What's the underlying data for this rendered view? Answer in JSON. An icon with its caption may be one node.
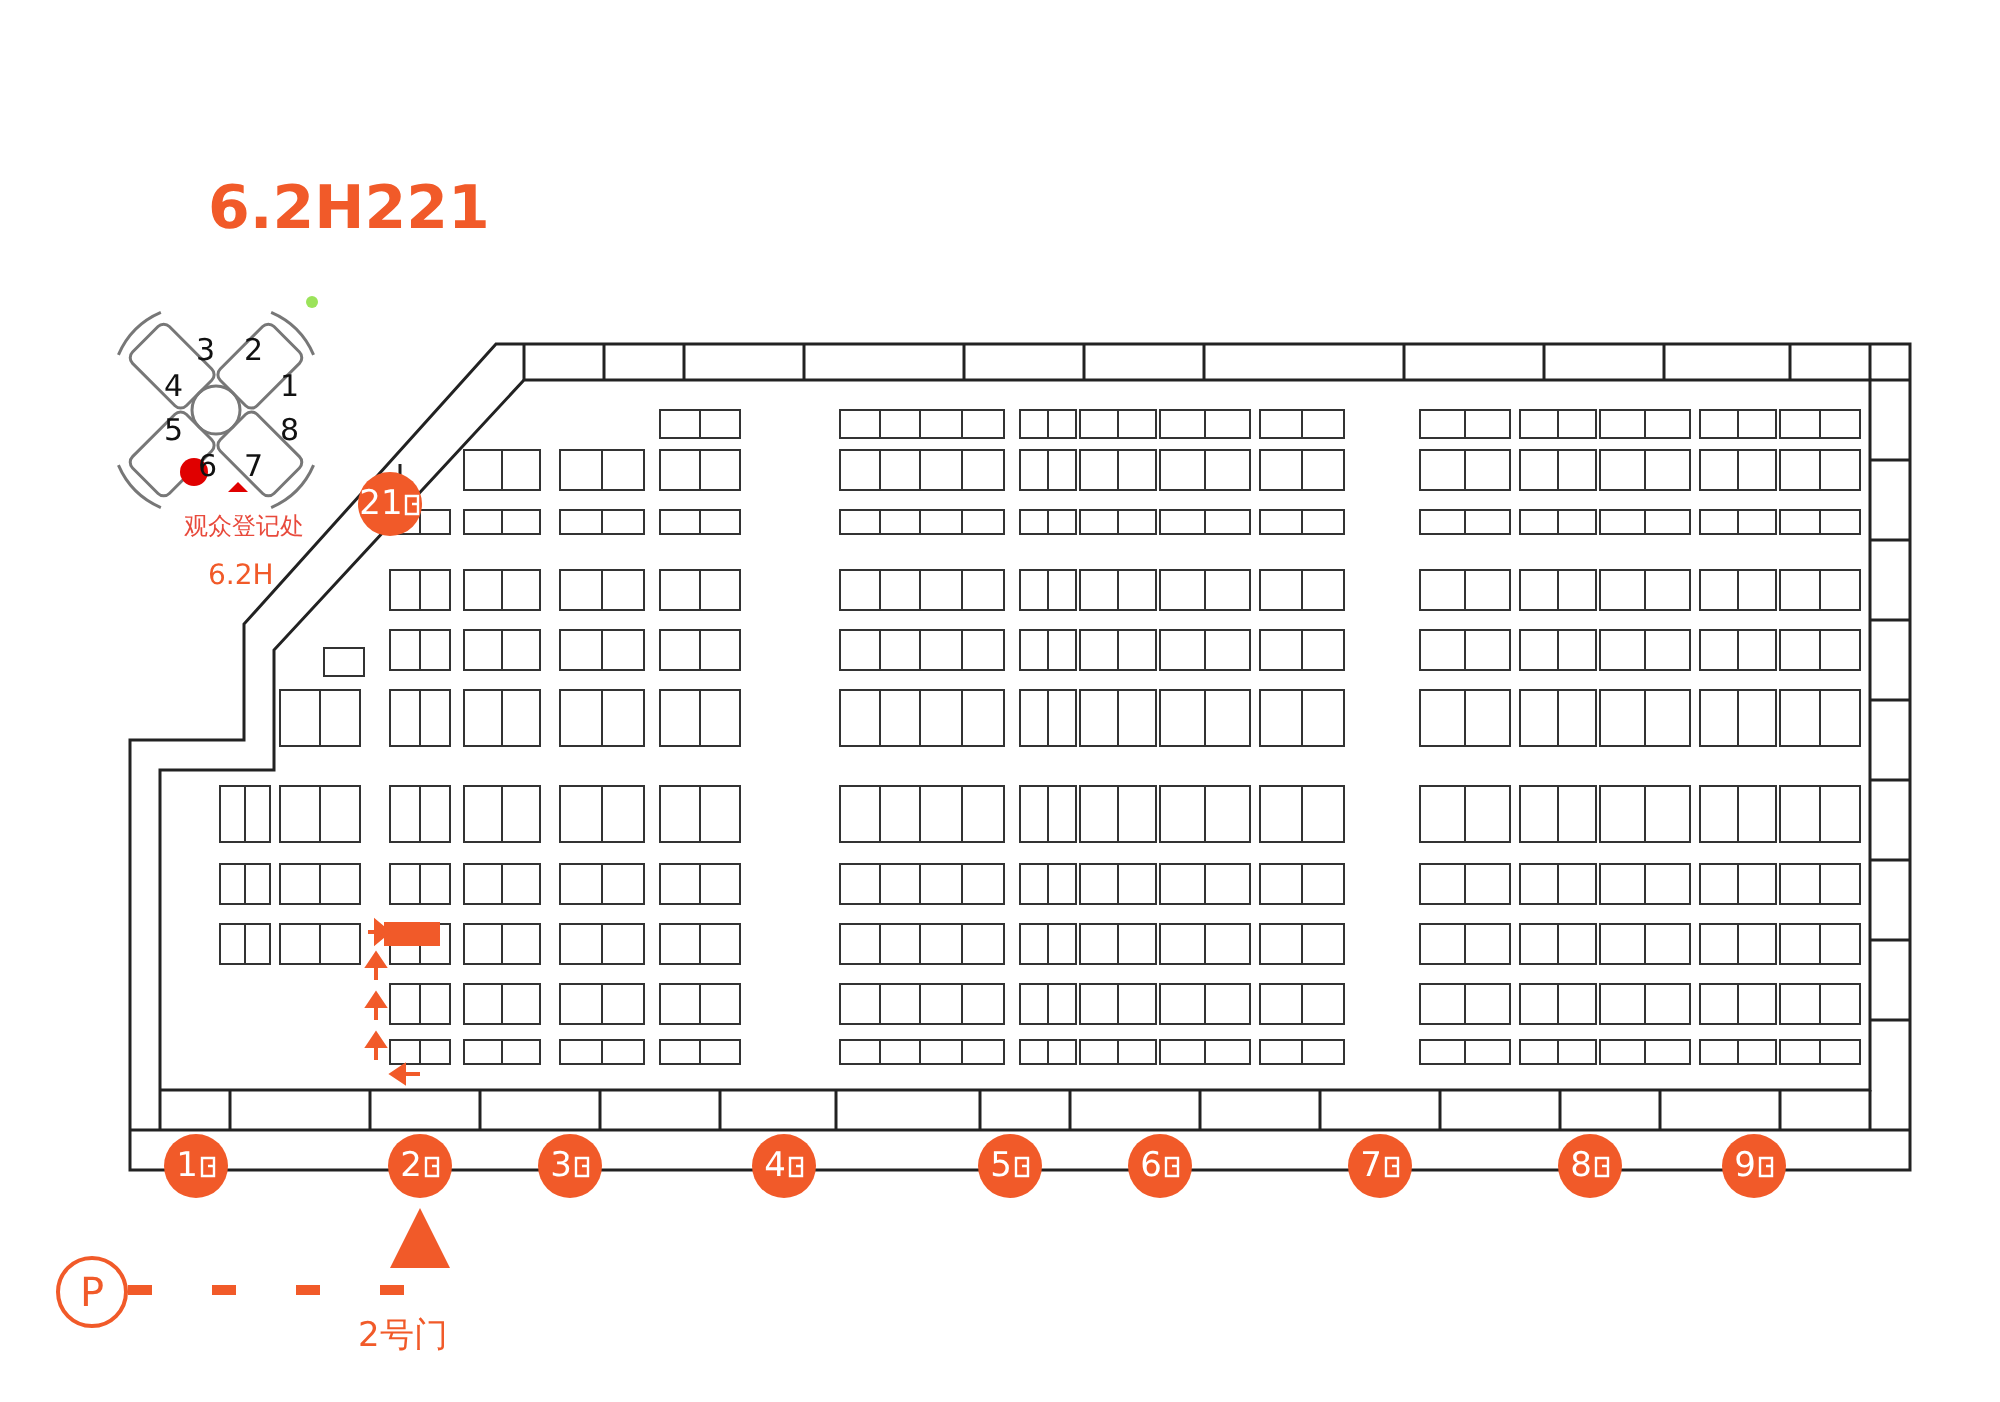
{
  "diagram": {
    "title": "6.2H221",
    "nodes": [
      {
        "text": [
          "21"
        ]
      },
      {
        "text": [
          "1"
        ]
      },
      {
        "text": [
          "2"
        ]
      },
      {
        "text": [
          "3"
        ]
      },
      {
        "text": [
          "4"
        ]
      },
      {
        "text": [
          "5"
        ]
      },
      {
        "text": [
          "6"
        ]
      },
      {
        "text": [
          "7"
        ]
      },
      {
        "text": [
          "8"
        ]
      },
      {
        "text": [
          "9"
        ]
      },
      {
        "text": [
          "P"
        ]
      }
    ],
    "edges": [
      {
        "from": 10,
        "to": 2,
        "arrow": "to",
        "style": "dashed"
      }
    ],
    "labels": [
      "3",
      "2",
      "4",
      "1",
      "5",
      "8",
      "6",
      "7",
      "观众登记处",
      "6.2H",
      "2号门"
    ]
  }
}
